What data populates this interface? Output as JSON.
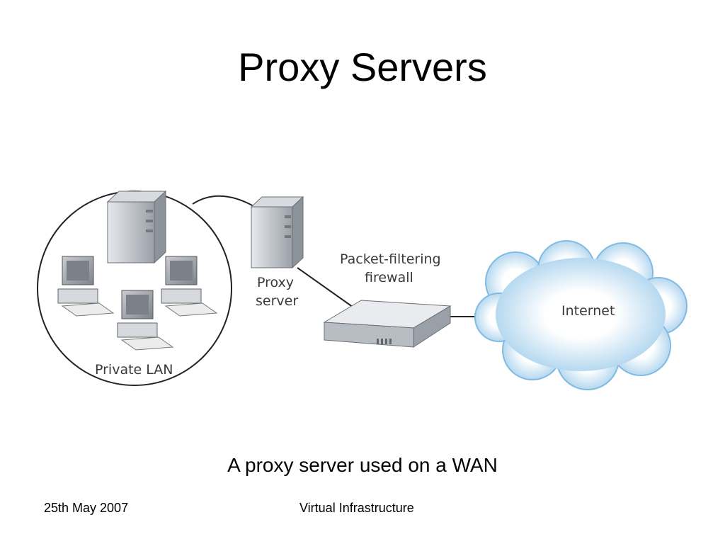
{
  "slide": {
    "title": "Proxy Servers",
    "caption": "A proxy server used on a WAN"
  },
  "diagram": {
    "private_lan_label": "Private LAN",
    "proxy_label_line1": "Proxy",
    "proxy_label_line2": "server",
    "firewall_label_line1": "Packet-filtering",
    "firewall_label_line2": "firewall",
    "internet_label": "Internet"
  },
  "footer": {
    "date": "25th May 2007",
    "center": "Virtual Infrastructure"
  }
}
